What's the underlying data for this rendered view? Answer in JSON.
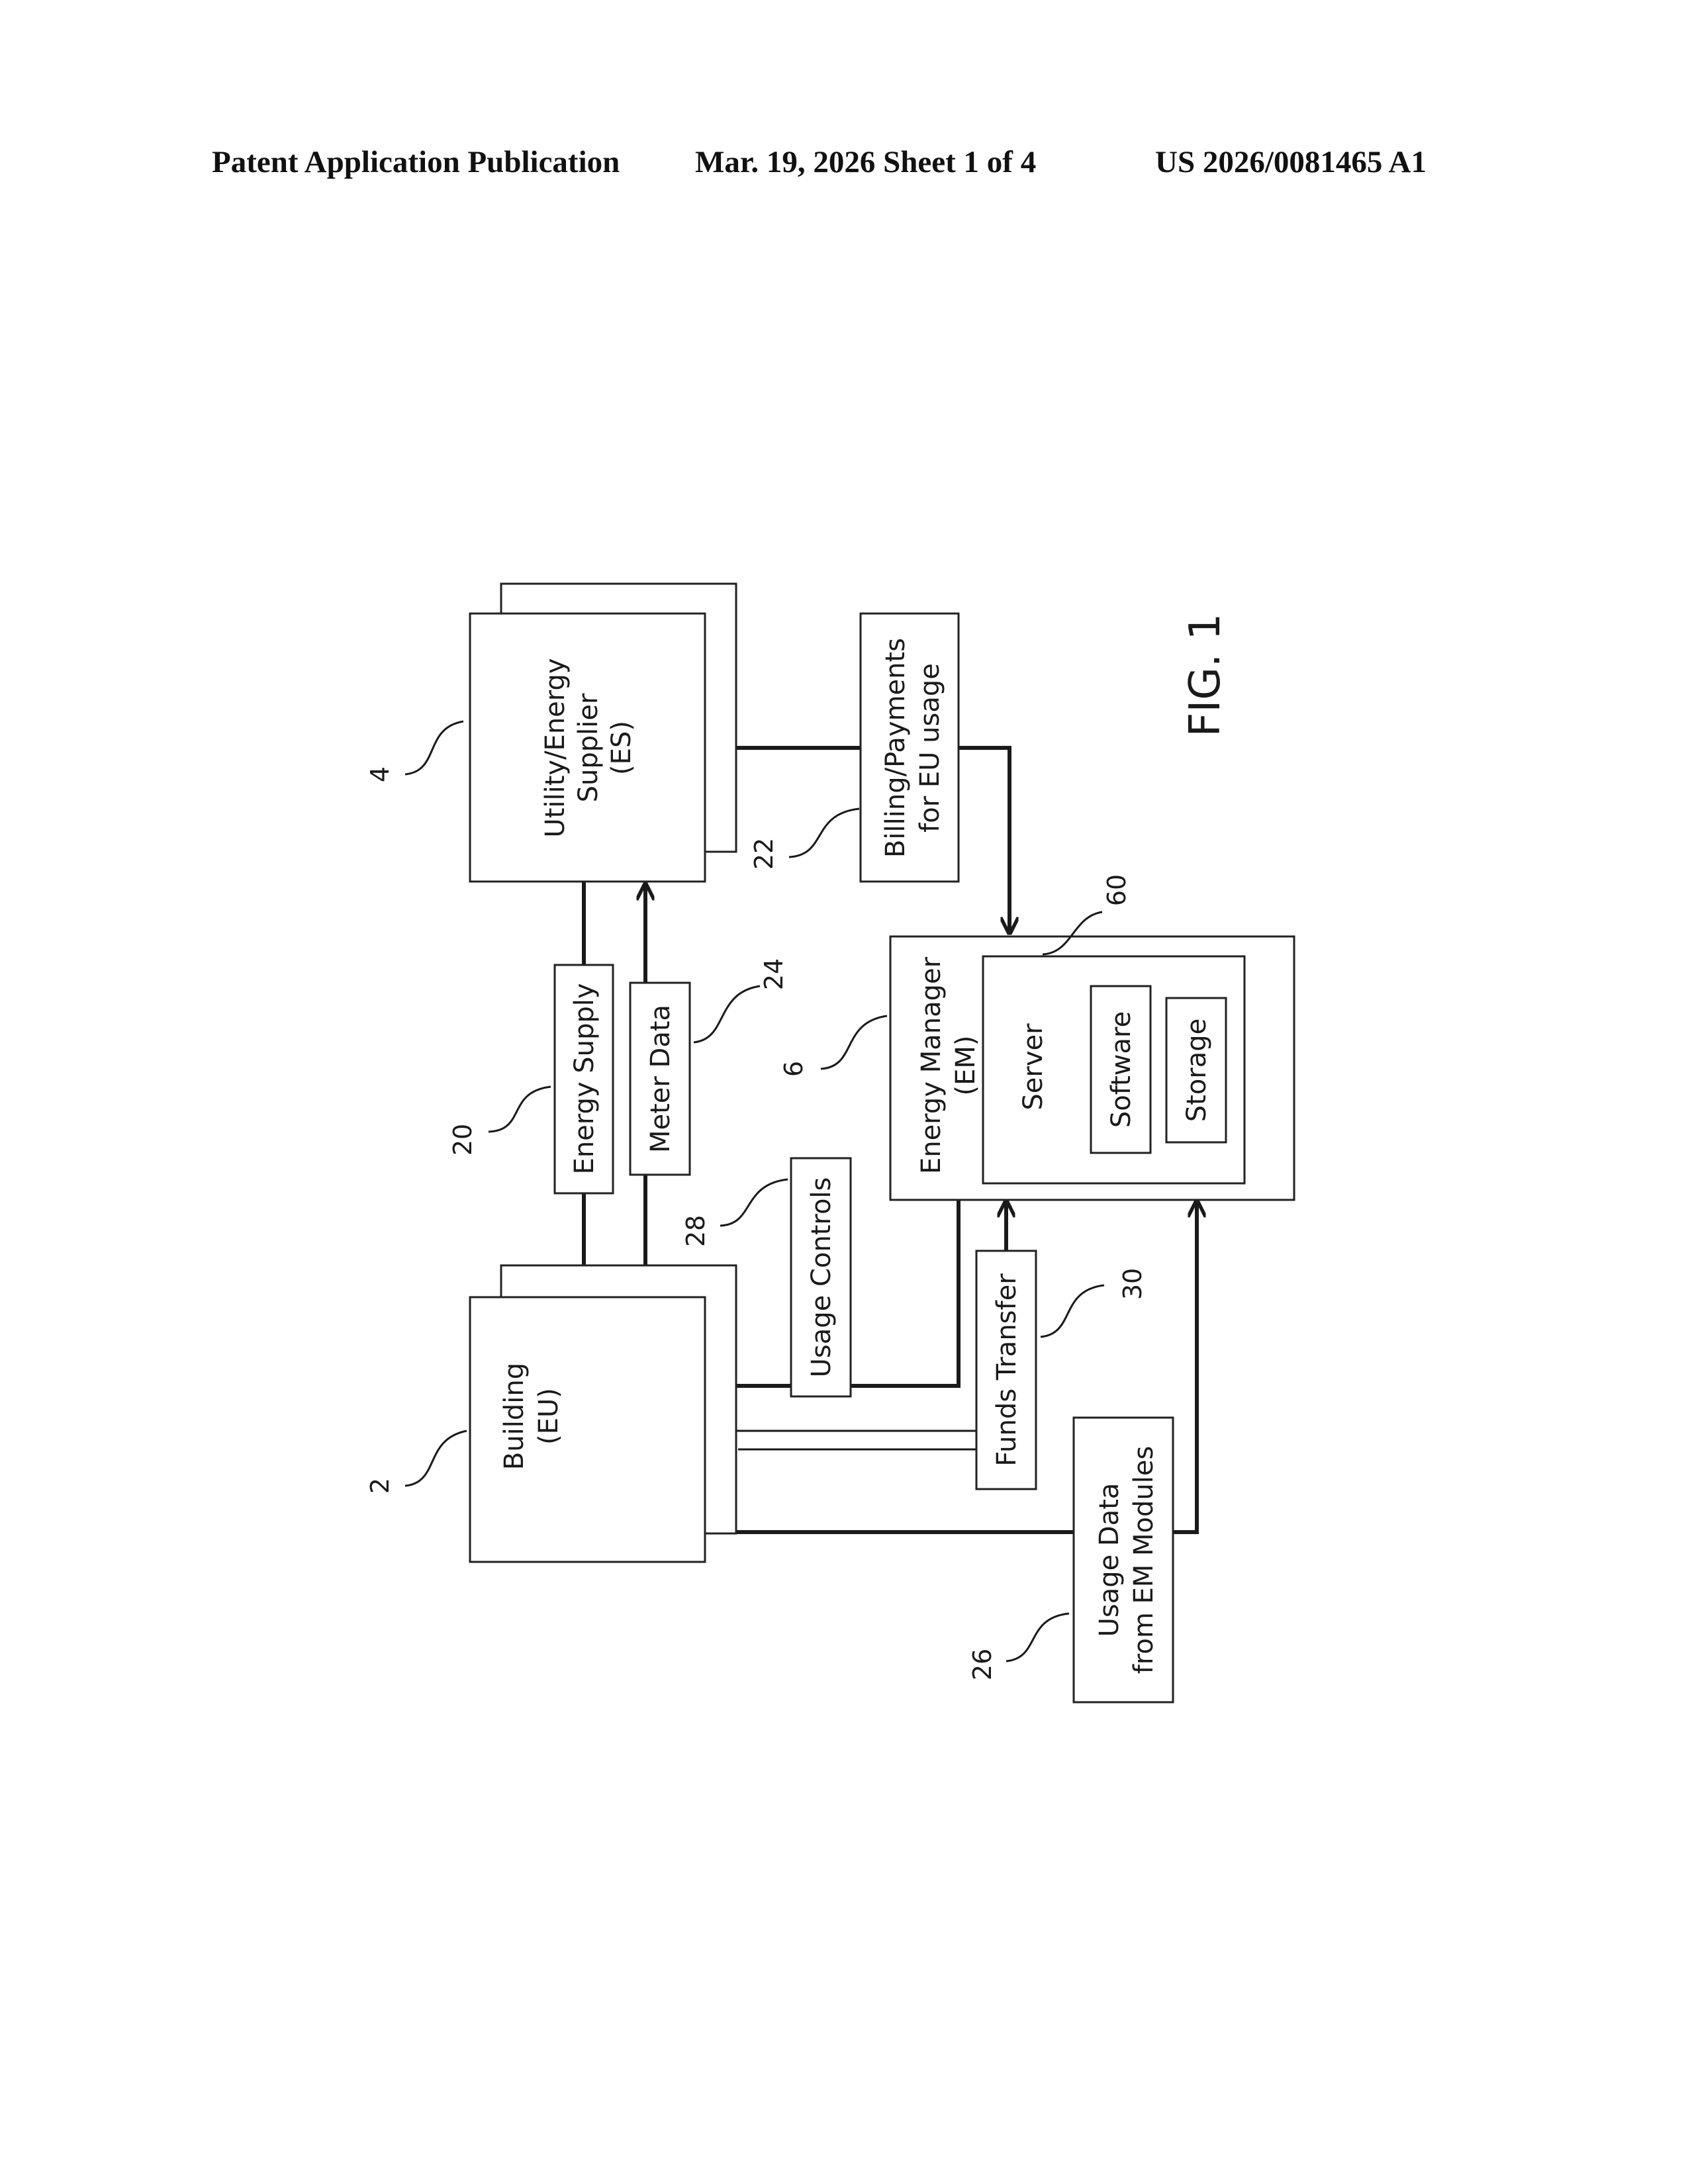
{
  "header": {
    "publication": "Patent Application Publication",
    "date_sheet": "Mar. 19, 2026  Sheet 1 of 4",
    "number": "US 2026/0081465 A1"
  },
  "diagram": {
    "supplier": {
      "line1": "Utility/Energy",
      "line2": "Supplier",
      "line3": "(ES)",
      "ref": "4"
    },
    "building": {
      "line1": "Building",
      "line2": "(EU)",
      "ref": "2"
    },
    "manager": {
      "line1": "Energy Manager",
      "line2": "(EM)",
      "ref": "6"
    },
    "server": {
      "label": "Server",
      "ref": "60"
    },
    "software": {
      "label": "Software"
    },
    "storage": {
      "label": "Storage"
    },
    "energy_supply": {
      "label": "Energy Supply",
      "ref": "20"
    },
    "meter_data": {
      "label": "Meter Data",
      "ref": "24"
    },
    "billing": {
      "line1": "Billing/Payments",
      "line2": "for EU usage",
      "ref": "22"
    },
    "usage_controls": {
      "label": "Usage Controls",
      "ref": "28"
    },
    "funds_transfer": {
      "label": "Funds Transfer",
      "ref": "30"
    },
    "usage_data": {
      "line1": "Usage Data",
      "line2": "from EM Modules",
      "ref": "26"
    },
    "figure_label": "FIG. 1"
  }
}
